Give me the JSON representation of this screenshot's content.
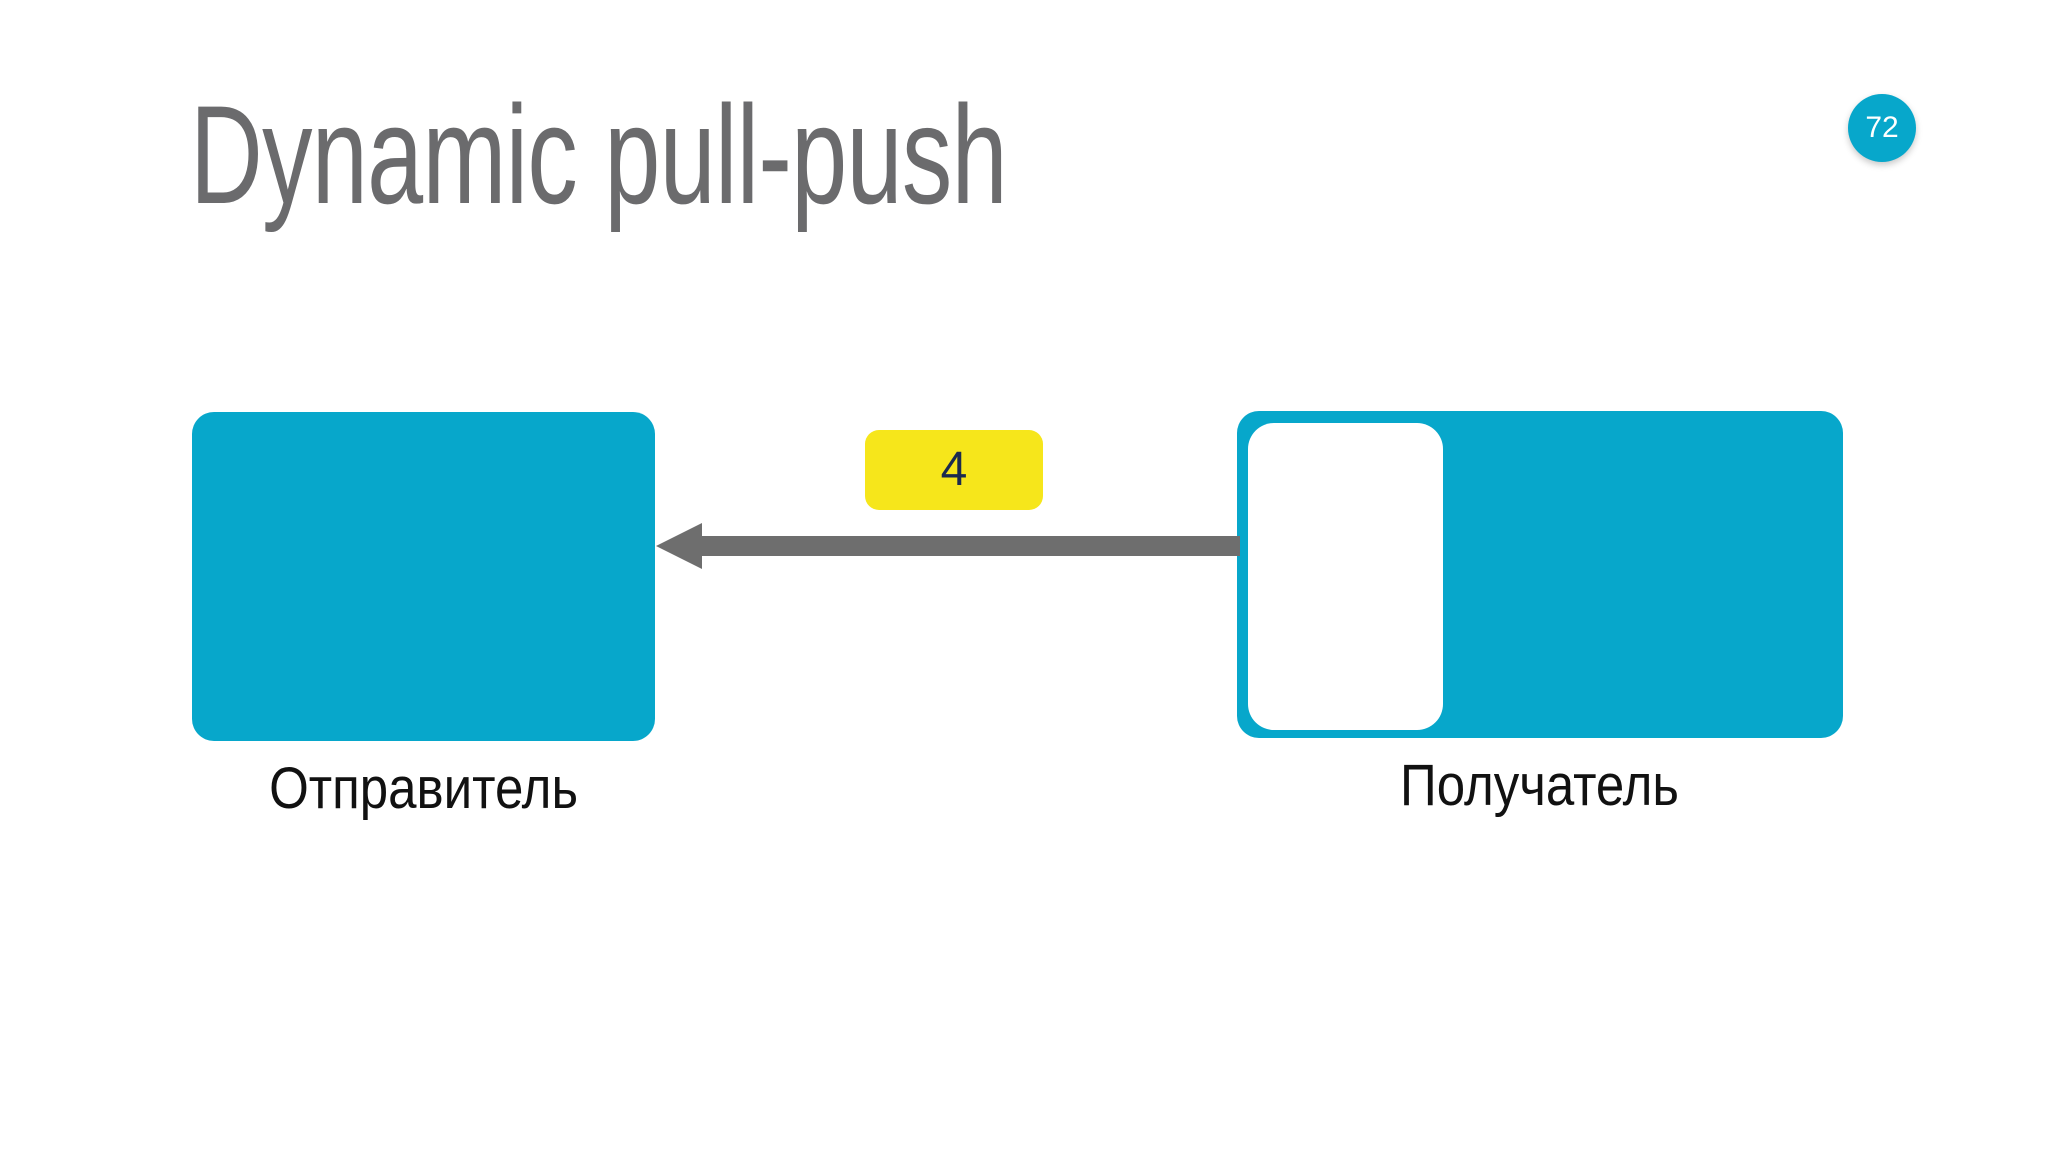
{
  "slide": {
    "title": "Dynamic pull-push",
    "page_badge": "72"
  },
  "diagram": {
    "sender": {
      "label": "Отправитель"
    },
    "receiver": {
      "label": "Получатель"
    },
    "message": {
      "count": "4"
    },
    "arrow_direction": "left"
  },
  "colors": {
    "accent_teal": "#07a7cb",
    "badge_yellow": "#f6e61b",
    "arrow_gray": "#6e6e6e",
    "title_gray": "#6b6b6d",
    "count_navy": "#1b2a4e",
    "label_black": "#111111"
  }
}
